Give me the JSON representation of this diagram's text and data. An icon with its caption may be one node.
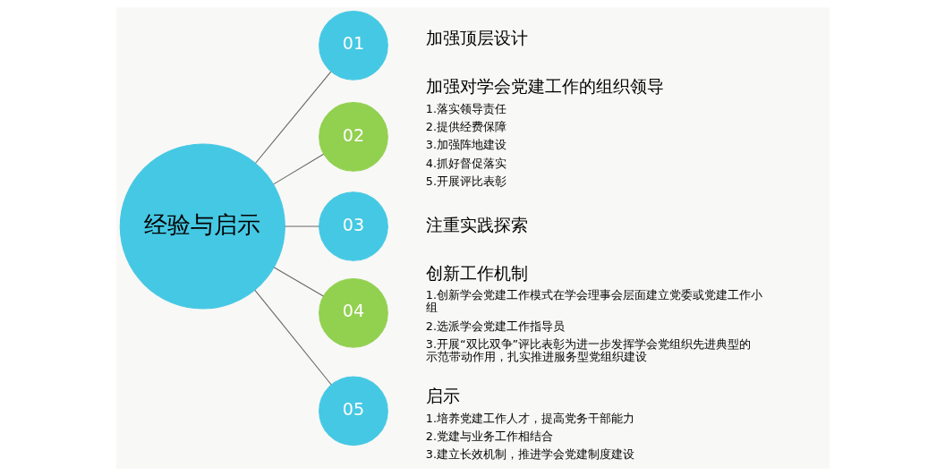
{
  "diagram": {
    "nodes": [
      {
        "text": [
          "经验与启示"
        ]
      },
      {
        "text": [
          "01"
        ],
        "beside": [
          "加强顶层设计"
        ]
      },
      {
        "text": [
          "02"
        ],
        "beside": [
          "加强对学会党建工作的组织领导",
          "1.落实领导责任",
          "2.提供经费保障",
          "3.加强阵地建设",
          "4.抓好督促落实",
          "5.开展评比表彰"
        ]
      },
      {
        "text": [
          "03"
        ],
        "beside": [
          "注重实践探索"
        ]
      },
      {
        "text": [
          "04"
        ],
        "beside": [
          "创新工作机制",
          "1.创新学会党建工作模式在学会理事会层面建立党委或党建工作小组",
          "2.选派学会党建工作指导员",
          "3.开展“双比双争”评比表彰为进一步发挥学会党组织先进典型的示范带动作用，扎实推进服务型党组织建设"
        ]
      },
      {
        "text": [
          "05"
        ],
        "beside": [
          "启示",
          "1.培养党建工作人才，提高党务干部能力",
          "2.党建与业务工作相结合",
          "3.建立长效机制，推进学会党建制度建设"
        ]
      }
    ],
    "edges": [
      {
        "from": 0,
        "to": 1,
        "arrow": "none"
      },
      {
        "from": 0,
        "to": 2,
        "arrow": "none"
      },
      {
        "from": 0,
        "to": 3,
        "arrow": "none"
      },
      {
        "from": 0,
        "to": 4,
        "arrow": "none"
      },
      {
        "from": 0,
        "to": 5,
        "arrow": "none"
      }
    ]
  }
}
